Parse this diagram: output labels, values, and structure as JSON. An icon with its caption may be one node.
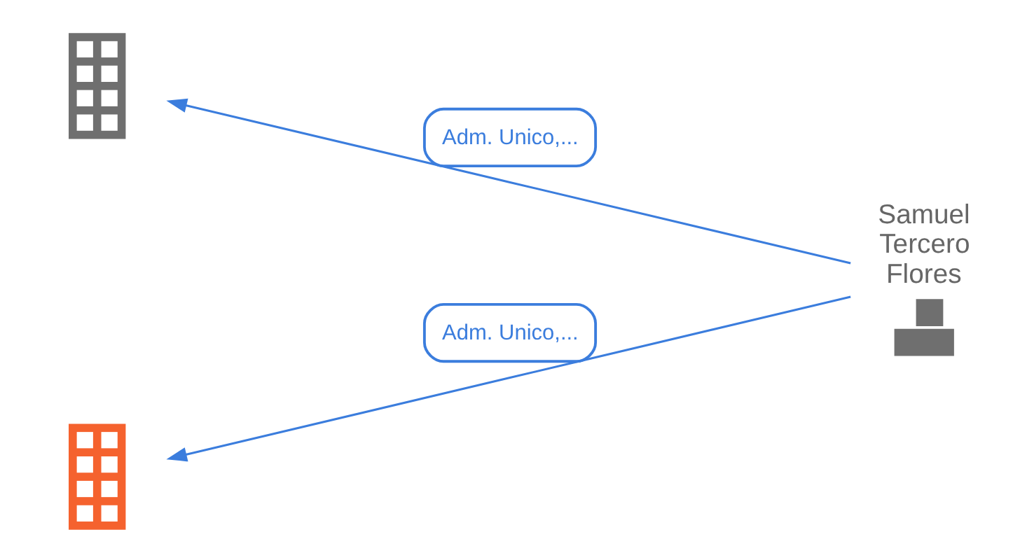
{
  "diagram": {
    "nodes": [
      {
        "text": [],
        "shape": "building"
      },
      {
        "text": [],
        "shape": "person",
        "beside": [
          "Samuel Tercero Flores"
        ]
      },
      {
        "text": [],
        "shape": "building"
      }
    ],
    "edges": [
      {
        "from": 1,
        "to": 0,
        "arrow": "to",
        "label": "Adm. Unico,..."
      },
      {
        "from": 1,
        "to": 2,
        "arrow": "to",
        "label": "Adm. Unico,..."
      }
    ]
  }
}
